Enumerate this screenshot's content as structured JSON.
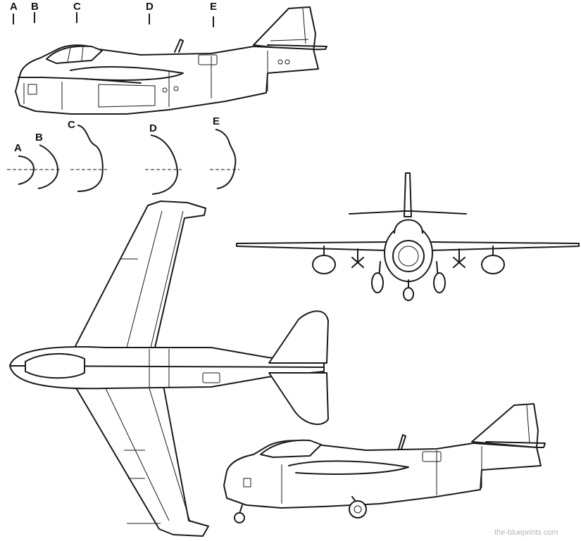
{
  "station_labels_top": [
    "A",
    "B",
    "C",
    "D",
    "E"
  ],
  "section_labels": [
    "A",
    "B",
    "C",
    "D",
    "E"
  ],
  "watermark": "the-blueprints.com"
}
